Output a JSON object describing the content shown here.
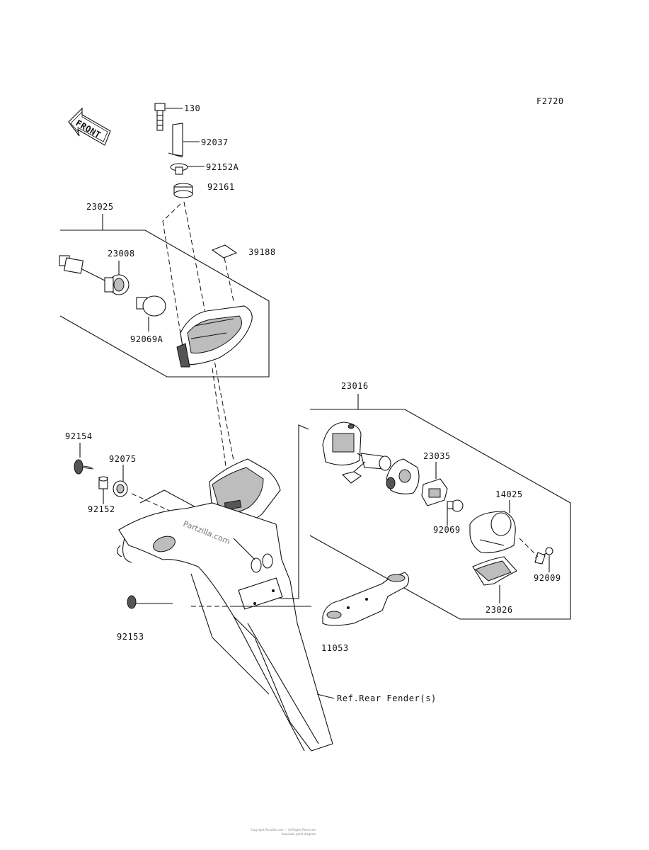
{
  "diagram": {
    "figure_id": "F2720",
    "front_label": "FRONT",
    "watermark": "Partzilla.com",
    "footer_line1": "Copyright Partzilla.com — All Rights Reserved",
    "footer_line2": "Kawasaki parts diagram",
    "reference_note": "Ref.Rear Fender(s)",
    "parts": {
      "p130": "130",
      "p92037": "92037",
      "p92152A": "92152A",
      "p92161": "92161",
      "p23025": "23025",
      "p39188": "39188",
      "p23008": "23008",
      "p92069A": "92069A",
      "p23016": "23016",
      "p23035": "23035",
      "p14025": "14025",
      "p92069": "92069",
      "p92009": "92009",
      "p23026": "23026",
      "p92154": "92154",
      "p92075": "92075",
      "p92152": "92152",
      "p92153": "92153",
      "p11053": "11053"
    }
  }
}
